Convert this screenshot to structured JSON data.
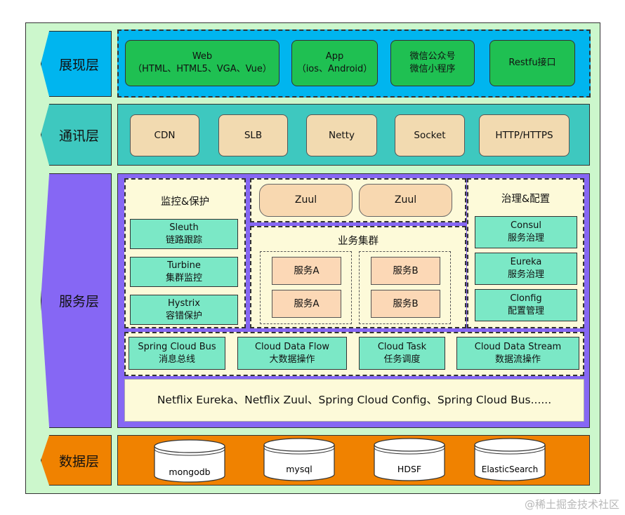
{
  "layers": {
    "presentation": {
      "label": "展现层",
      "items": [
        {
          "line1": "Web",
          "line2": "（HTML、HTML5、VGA、Vue）"
        },
        {
          "line1": "App",
          "line2": "（ios、Android）"
        },
        {
          "line1": "微信公众号",
          "line2": "微信小程序"
        },
        {
          "line1": "Restfu接口",
          "line2": ""
        }
      ]
    },
    "communication": {
      "label": "通讯层",
      "items": [
        "CDN",
        "SLB",
        "Netty",
        "Socket",
        "HTTP/HTTPS"
      ]
    },
    "service": {
      "label": "服务层",
      "monitor": {
        "title": "监控&保护",
        "items": [
          {
            "line1": "Sleuth",
            "line2": "链路跟踪"
          },
          {
            "line1": "Turbine",
            "line2": "集群监控"
          },
          {
            "line1": "Hystrix",
            "line2": "容错保护"
          }
        ]
      },
      "gateways": [
        "Zuul",
        "Zuul"
      ],
      "cluster": {
        "title": "业务集群",
        "services": [
          "服务A",
          "服务A",
          "服务B",
          "服务B"
        ]
      },
      "governance": {
        "title": "治理&配置",
        "items": [
          {
            "line1": "Consul",
            "line2": "服务治理"
          },
          {
            "line1": "Eureka",
            "line2": "服务治理"
          },
          {
            "line1": "Clonfig",
            "line2": "配置管理"
          }
        ]
      },
      "bus_items": [
        {
          "line1": "Spring Cloud Bus",
          "line2": "消息总线"
        },
        {
          "line1": "Cloud Data Flow",
          "line2": "大数据操作"
        },
        {
          "line1": "Cloud Task",
          "line2": "任务调度"
        },
        {
          "line1": "Cloud Data Stream",
          "line2": "数据流操作"
        }
      ],
      "netflix": "Netflix Eureka、Netflix Zuul、Spring Cloud Config、Spring Cloud Bus......"
    },
    "data": {
      "label": "数据层",
      "stores": [
        "mongodb",
        "mysql",
        "HDSF",
        "ElasticSearch"
      ]
    }
  },
  "watermark": "@稀土掘金技术社区",
  "colors": {
    "background": "#ccf7cc",
    "presentation": "#00b5ef",
    "communication": "#3ec8bf",
    "service": "#8667f4",
    "data": "#f08200"
  }
}
